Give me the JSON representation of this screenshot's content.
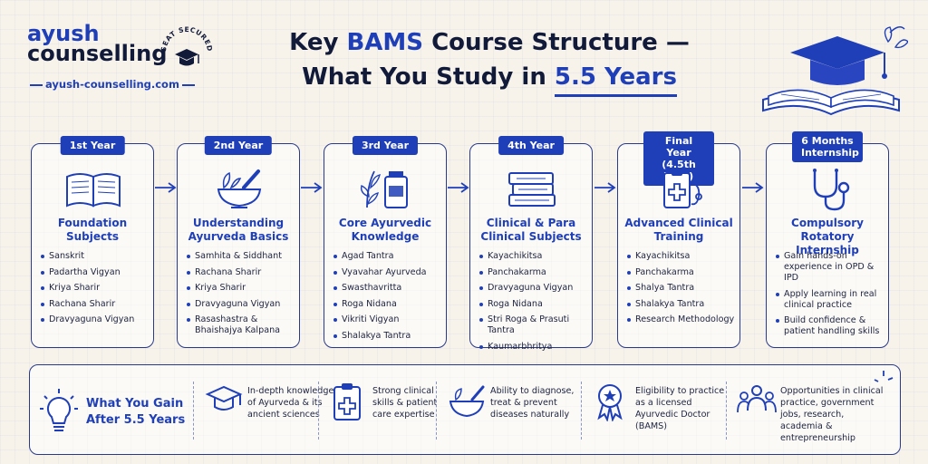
{
  "brand": {
    "name_line1": "ayush",
    "name_line2": "counselling",
    "url": "ayush-counselling.com",
    "seal_text": "SEAT SECURED"
  },
  "title": {
    "line1_prefix": "Key ",
    "line1_highlight": "BAMS",
    "line1_suffix": " Course Structure —",
    "line2_prefix": "What You Study in ",
    "line2_highlight": "5.5 Years"
  },
  "colors": {
    "accent": "#1f3fb8",
    "ink": "#121a3a",
    "paper": "#f7f3ea"
  },
  "stages": [
    {
      "badge": "1st Year",
      "icon": "open-book-icon",
      "title": "Foundation Subjects",
      "subjects": [
        "Sanskrit",
        "Padartha Vigyan",
        "Kriya Sharir",
        "Rachana Sharir",
        "Dravyaguna Vigyan"
      ]
    },
    {
      "badge": "2nd Year",
      "icon": "mortar-pestle-icon",
      "title": "Understanding Ayurveda Basics",
      "subjects": [
        "Samhita & Siddhant",
        "Rachana Sharir",
        "Kriya Sharir",
        "Dravyaguna Vigyan",
        "Rasashastra & Bhaishajya Kalpana"
      ]
    },
    {
      "badge": "3rd Year",
      "icon": "herb-jar-icon",
      "title": "Core Ayurvedic Knowledge",
      "subjects": [
        "Agad Tantra",
        "Vyavahar Ayurveda",
        "Swasthavritta",
        "Roga Nidana",
        "Vikriti Vigyan",
        "Shalakya Tantra"
      ]
    },
    {
      "badge": "4th Year",
      "icon": "book-stack-icon",
      "title": "Clinical & Para Clinical Subjects",
      "subjects": [
        "Kayachikitsa",
        "Panchakarma",
        "Dravyaguna Vigyan",
        "Roga Nidana",
        "Stri Roga & Prasuti Tantra",
        "Kaumarbhritya"
      ]
    },
    {
      "badge": "Final Year (4.5th Year)",
      "icon": "clipboard-stethoscope-icon",
      "title": "Advanced Clinical Training",
      "subjects": [
        "Kayachikitsa",
        "Panchakarma",
        "Shalya Tantra",
        "Shalakya Tantra",
        "Research Methodology"
      ]
    },
    {
      "badge": "6 Months Internship",
      "icon": "stethoscope-icon",
      "title": "Compulsory Rotatory Internship",
      "subjects": [
        "Gain hands-on experience in OPD & IPD",
        "Apply learning in real clinical practice",
        "Build confidence & patient handling skills"
      ]
    }
  ],
  "gain": {
    "heading": "What You Gain After 5.5 Years",
    "items": [
      {
        "icon": "graduation-cap-icon",
        "text": "In-depth knowledge of Ayurveda & its ancient sciences"
      },
      {
        "icon": "medical-clipboard-icon",
        "text": "Strong clinical skills & patient care expertise"
      },
      {
        "icon": "mortar-herbs-icon",
        "text": "Ability to diagnose, treat & prevent diseases naturally"
      },
      {
        "icon": "award-ribbon-icon",
        "text": "Eligibility to practice as a licensed Ayurvedic Doctor (BAMS)"
      },
      {
        "icon": "people-group-icon",
        "text": "Opportunities in clinical practice, government jobs, research, academia & entrepreneurship"
      }
    ]
  }
}
